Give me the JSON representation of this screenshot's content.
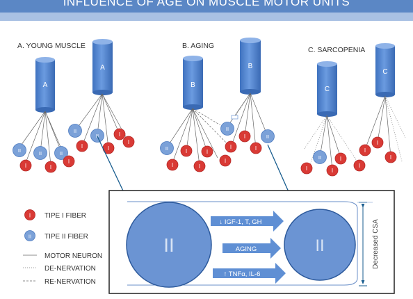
{
  "header": {
    "title": "INFLUENCE OF AGE ON MUSCLE MOTOR UNITS"
  },
  "panels": {
    "young": {
      "title": "A. YOUNG MUSCLE",
      "neuron_label": "A"
    },
    "aging": {
      "title": "B. AGING",
      "neuron_label": "B"
    },
    "sarcopenia": {
      "title": "C. SARCOPENIA",
      "neuron_label": "C"
    }
  },
  "fiber_labels": {
    "type1": "I",
    "type2": "II"
  },
  "legend": {
    "type1": "TIPE I FIBER",
    "type2": "TIPE II FIBER",
    "motor_neuron": "MOTOR NEURON",
    "denervation": "DE-NERVATION",
    "renervation": "RE-NERVATION"
  },
  "detail": {
    "fiber_label": "II",
    "arrow_top": "↓ IGF-1, T, GH",
    "arrow_middle": "AGING",
    "arrow_bottom": "↑ TNFα, IL-6",
    "csa_label": "Decreased CSA"
  },
  "colors": {
    "banner": "#5b87c5",
    "neuron": "#4f84cf",
    "type1_fiber": "#d93a35",
    "type2_fiber": "#7ba1d8",
    "arrow_blue": "#1a5e8f"
  }
}
